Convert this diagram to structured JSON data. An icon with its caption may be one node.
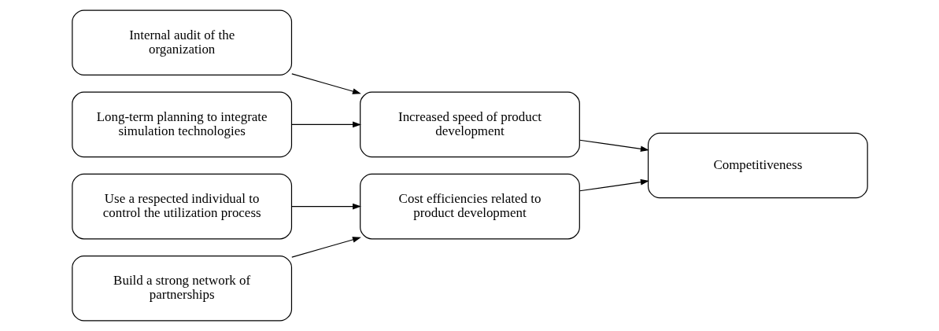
{
  "diagram": {
    "nodes": [
      {
        "text": [
          "Internal audit of the organization"
        ]
      },
      {
        "text": [
          "Long-term planning to integrate simulation technologies"
        ]
      },
      {
        "text": [
          "Use a respected individual to control the utilization process"
        ]
      },
      {
        "text": [
          "Build a strong network of partnerships"
        ]
      },
      {
        "text": [
          "Increased speed of product development"
        ]
      },
      {
        "text": [
          "Cost efficiencies related to product development"
        ]
      },
      {
        "text": [
          "Competitiveness"
        ]
      }
    ],
    "edges": [
      {
        "from": 0,
        "to": 4,
        "arrow": "to"
      },
      {
        "from": 1,
        "to": 4,
        "arrow": "to"
      },
      {
        "from": 2,
        "to": 5,
        "arrow": "to"
      },
      {
        "from": 3,
        "to": 5,
        "arrow": "to"
      },
      {
        "from": 4,
        "to": 6,
        "arrow": "to"
      },
      {
        "from": 5,
        "to": 6,
        "arrow": "to"
      }
    ]
  }
}
